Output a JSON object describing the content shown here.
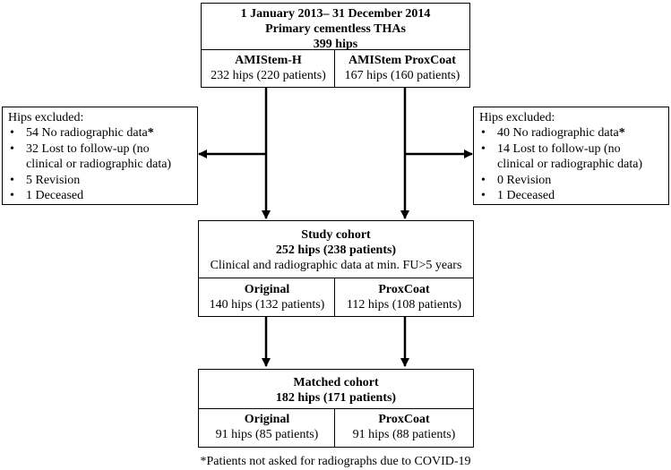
{
  "top": {
    "period": "1 January 2013– 31 December 2014",
    "type": "Primary cementless THAs",
    "total": "399 hips",
    "left": {
      "name": "AMIStem-H",
      "count": "232 hips (220 patients)"
    },
    "right": {
      "name": "AMIStem ProxCoat",
      "count": "167 hips (160 patients)"
    }
  },
  "excluded_left": {
    "title": "Hips excluded:",
    "items": [
      {
        "pre": "54 No radiographic data",
        "mark": "*"
      },
      {
        "pre": "32 Lost to follow-up (no",
        "cont": "clinical or radiographic data)"
      },
      {
        "pre": "5 Revision"
      },
      {
        "pre": "1 Deceased"
      }
    ]
  },
  "excluded_right": {
    "title": "Hips excluded:",
    "items": [
      {
        "pre": "40 No radiographic data",
        "mark": "*"
      },
      {
        "pre": "14 Lost to follow-up (no",
        "cont": "clinical or radiographic data)"
      },
      {
        "pre": "0 Revision"
      },
      {
        "pre": "1 Deceased"
      }
    ]
  },
  "study": {
    "title": "Study cohort",
    "count": "252 hips (238 patients)",
    "desc": "Clinical and radiographic data at min. FU>5 years",
    "left": {
      "name": "Original",
      "count": "140 hips (132 patients)"
    },
    "right": {
      "name": "ProxCoat",
      "count": "112 hips (108 patients)"
    }
  },
  "matched": {
    "title": "Matched cohort",
    "count": "182 hips (171 patients)",
    "left": {
      "name": "Original",
      "count": "91 hips (85 patients)"
    },
    "right": {
      "name": "ProxCoat",
      "count": "91 hips (88 patients)"
    }
  },
  "footnote": "*Patients not asked for radiographs due to COVID-19",
  "bullet": "•"
}
